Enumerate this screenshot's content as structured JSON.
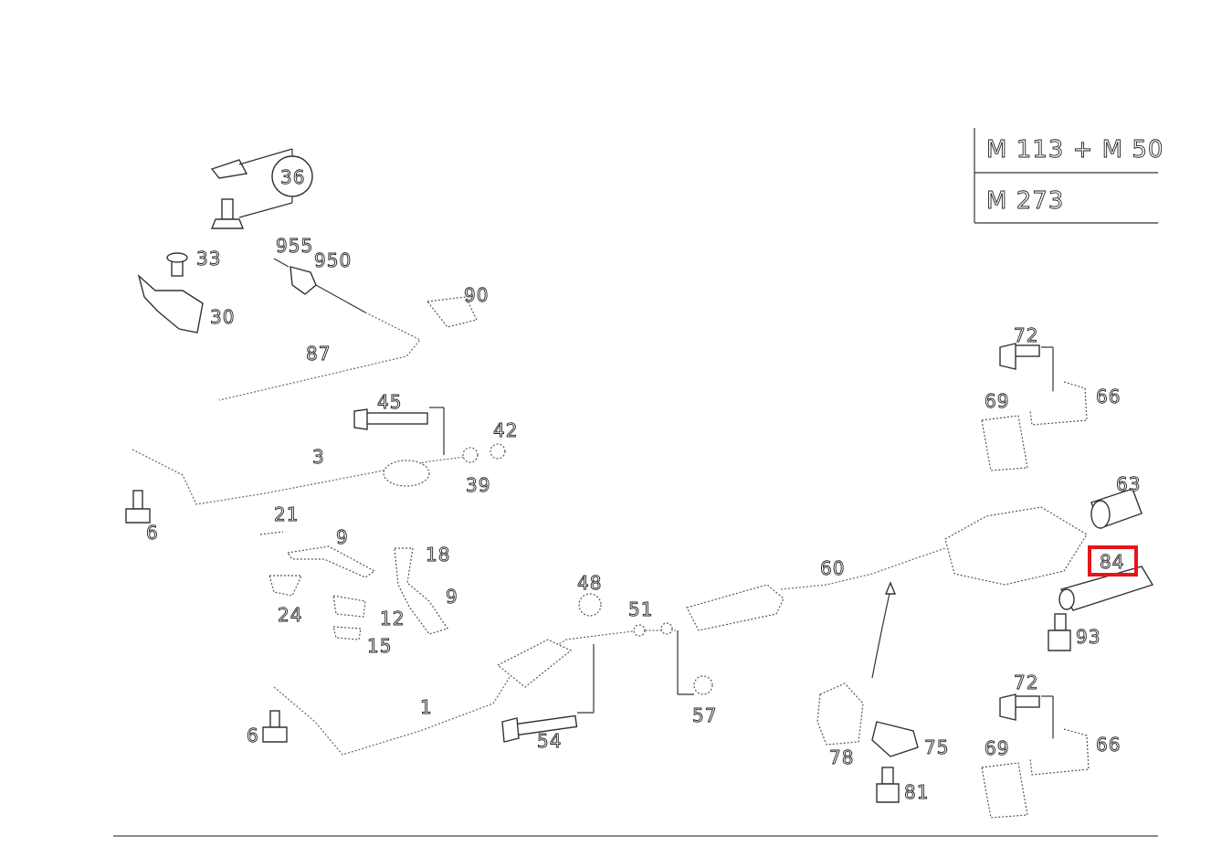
{
  "engine_table": {
    "row1": "M 113 + M 50",
    "row2": "M 273"
  },
  "highlight": {
    "color": "#e8141b",
    "label": "84"
  },
  "parts": {
    "p1": "1",
    "p3": "3",
    "p6a": "6",
    "p6b": "6",
    "p9a": "9",
    "p9b": "9",
    "p12": "12",
    "p15": "15",
    "p18": "18",
    "p21": "21",
    "p24": "24",
    "p30": "30",
    "p33": "33",
    "p36": "36",
    "p39": "39",
    "p42": "42",
    "p45": "45",
    "p48": "48",
    "p51": "51",
    "p54": "54",
    "p57": "57",
    "p60": "60",
    "p63": "63",
    "p66a": "66",
    "p66b": "66",
    "p69a": "69",
    "p69b": "69",
    "p72a": "72",
    "p72b": "72",
    "p75": "75",
    "p78": "78",
    "p81": "81",
    "p87": "87",
    "p90": "90",
    "p93": "93",
    "p950": "950",
    "p955": "955"
  }
}
